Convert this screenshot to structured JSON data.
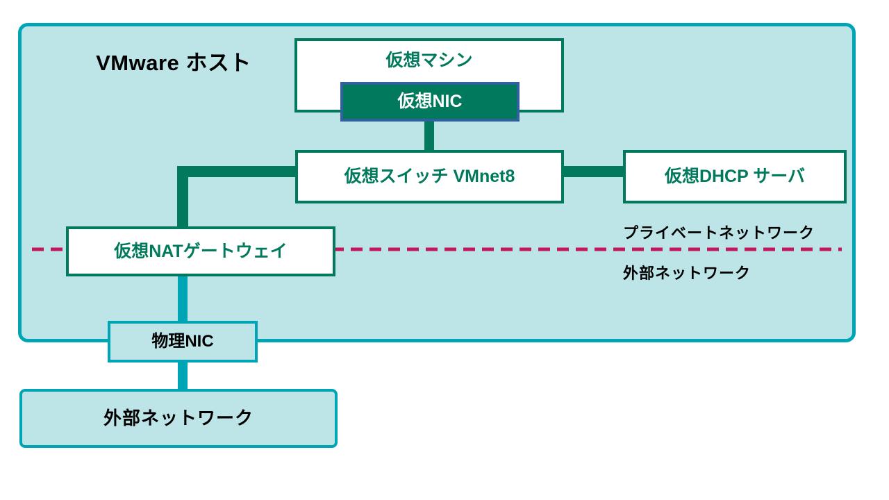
{
  "diagram": {
    "title": "VMware NAT networking diagram",
    "host": {
      "label": "VMware ホスト"
    },
    "nodes": {
      "virtual_machine": "仮想マシン",
      "virtual_nic": "仮想NIC",
      "virtual_switch": "仮想スイッチ VMnet8",
      "virtual_dhcp_server": "仮想DHCP サーバ",
      "virtual_nat_gateway": "仮想NATゲートウェイ",
      "physical_nic": "物理NIC",
      "external_network": "外部ネットワーク"
    },
    "zone_labels": {
      "private": "プライベートネットワーク",
      "external": "外部ネットワーク"
    },
    "colors": {
      "host_fill": "#bde5e8",
      "host_border": "#00a5b5",
      "green_border": "#00795c",
      "green_fill": "#00795c",
      "nic_border_blue": "#31609e",
      "teal_link": "#00a5b5",
      "boundary_dash": "#c2185b",
      "box_fill_white": "#ffffff",
      "text_black": "#000000",
      "text_white": "#ffffff"
    },
    "connections": [
      {
        "from": "virtual_nic",
        "to": "virtual_switch",
        "style": "solid-green-thick"
      },
      {
        "from": "virtual_switch",
        "to": "virtual_dhcp_server",
        "style": "solid-green-thick"
      },
      {
        "from": "virtual_switch",
        "to": "virtual_nat_gateway",
        "style": "solid-green-thick-elbow"
      },
      {
        "from": "virtual_nat_gateway",
        "to": "physical_nic",
        "style": "solid-teal-thick"
      },
      {
        "from": "physical_nic",
        "to": "external_network",
        "style": "solid-teal-thick"
      }
    ],
    "boundary": {
      "name": "private-external-boundary",
      "style": "dashed",
      "color": "#c2185b"
    }
  }
}
